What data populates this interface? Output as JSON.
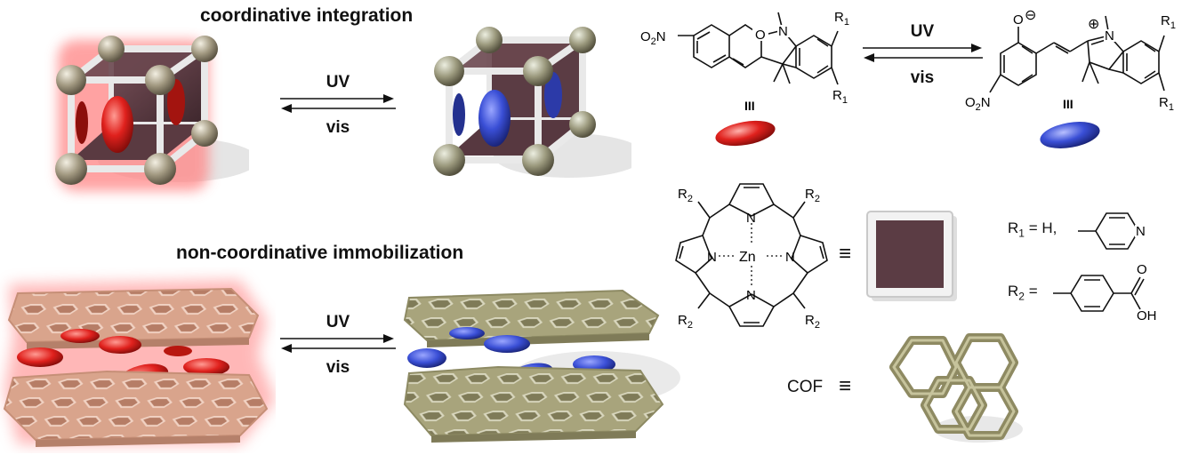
{
  "headings": {
    "top": "coordinative integration",
    "bottom": "non-coordinative immobilization"
  },
  "arrows": {
    "forward": "UV",
    "backward": "vis"
  },
  "scheme": {
    "compound_label": "III",
    "nitro": "O2N",
    "nitro_sub": "2",
    "nitro_left": "O",
    "nitro_right": "N",
    "phenolate": "O",
    "charge_minus": "⊖",
    "charge_plus": "⊕",
    "r1": "R",
    "r1_sub": "1",
    "r2": "R",
    "r2_sub": "2",
    "n": "N",
    "zn": "Zn",
    "o": "O",
    "oh": "OH",
    "equiv": "≡",
    "r1_def": "R",
    "r1_def_sub": "1",
    "r1_def_text": "= H,",
    "r2_def": "R",
    "r2_def_sub": "2",
    "r2_def_text": "=",
    "cof_label": "COF"
  },
  "colors": {
    "closed_form": "#e0211d",
    "open_form": "#3a4fd6",
    "metal_node": "#a39a82",
    "porphyrin_panel": "#5b3c44",
    "cof_red": "#d9a48c",
    "cof_green": "#a8a47c",
    "glow": "#ff7a7a"
  }
}
